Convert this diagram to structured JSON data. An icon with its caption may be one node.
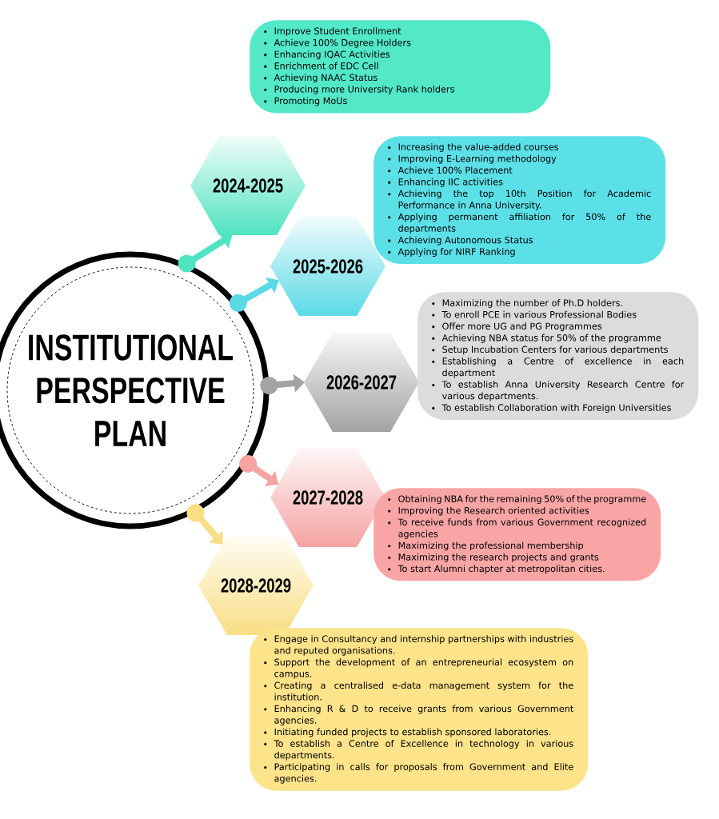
{
  "diagram": {
    "nodes": [
      {
        "text": [
          "INSTITUTIONAL PERSPECTIVE PLAN"
        ]
      },
      {
        "text": [
          "2024-2025"
        ]
      },
      {
        "text": [
          "2025-2026"
        ]
      },
      {
        "text": [
          "2026-2027"
        ]
      },
      {
        "text": [
          "2027-2028"
        ]
      },
      {
        "text": [
          "2028-2029"
        ]
      },
      {
        "text": [
          "Improve Student Enrollment",
          "Achieve 100% Degree Holders",
          "Enhancing IQAC Activities",
          "Enrichment of EDC Cell",
          "Achieving NAAC Status",
          "Producing more University Rank holders",
          "Promoting MoUs"
        ]
      },
      {
        "text": [
          "Increasing the value-added courses",
          "Improving E-Learning methodology",
          "Achieve 100% Placement",
          "Enhancing IIC activities",
          "Achieving the top 10th Position for Academic Performance in Anna University.",
          "Applying permanent affiliation for 50% of the departments",
          "Achieving Autonomous Status",
          "Applying for NIRF Ranking"
        ]
      },
      {
        "text": [
          "Maximizing the number of Ph.D holders.",
          "To enroll PCE in various Professional Bodies",
          "Offer more UG and PG Programmes",
          "Achieving NBA status for 50% of the programme",
          "Setup Incubation Centers for various departments",
          "Establishing a Centre of excellence in each department",
          "To establish Anna University Research Centre for various departments.",
          "To establish Collaboration with Foreign Universities"
        ]
      },
      {
        "text": [
          "Obtaining NBA for the remaining 50% of the programme",
          "Improving the Research oriented activities",
          "To receive funds from various Government recognized agencies",
          "Maximizing the professional membership",
          "Maximizing the research projects and grants",
          "To start Alumni chapter at metropolitan cities."
        ]
      },
      {
        "text": [
          "Engage in Consultancy and internship partnerships with industries and reputed organisations.",
          "Support the development of an entrepreneurial ecosystem on campus.",
          "Creating a centralised e-data management system for the institution.",
          "Enhancing R & D to receive grants from various Government agencies.",
          "Initiating funded projects to establish sponsored laboratories.",
          "To establish a Centre of Excellence in technology in various departments.",
          "Participating in calls for proposals from Government and Elite agencies."
        ]
      }
    ],
    "edges": [
      {
        "from": 0,
        "to": 1,
        "arrow": "to",
        "color": "#4fe3c1"
      },
      {
        "from": 0,
        "to": 2,
        "arrow": "to",
        "color": "#5ad9e6"
      },
      {
        "from": 0,
        "to": 3,
        "arrow": "to",
        "color": "#a3a3a3"
      },
      {
        "from": 0,
        "to": 4,
        "arrow": "to",
        "color": "#f5a3a3"
      },
      {
        "from": 0,
        "to": 5,
        "arrow": "to",
        "color": "#f9de84"
      }
    ]
  }
}
